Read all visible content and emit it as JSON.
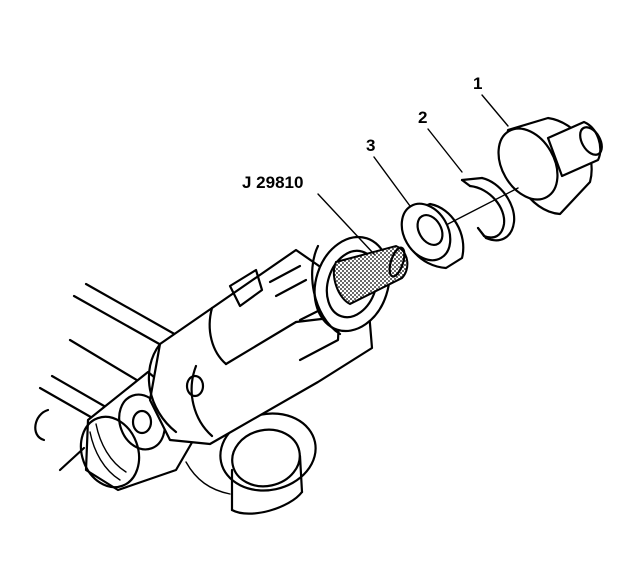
{
  "callouts": {
    "part_1": "1",
    "part_2": "2",
    "part_3": "3",
    "tool": "J 29810"
  }
}
